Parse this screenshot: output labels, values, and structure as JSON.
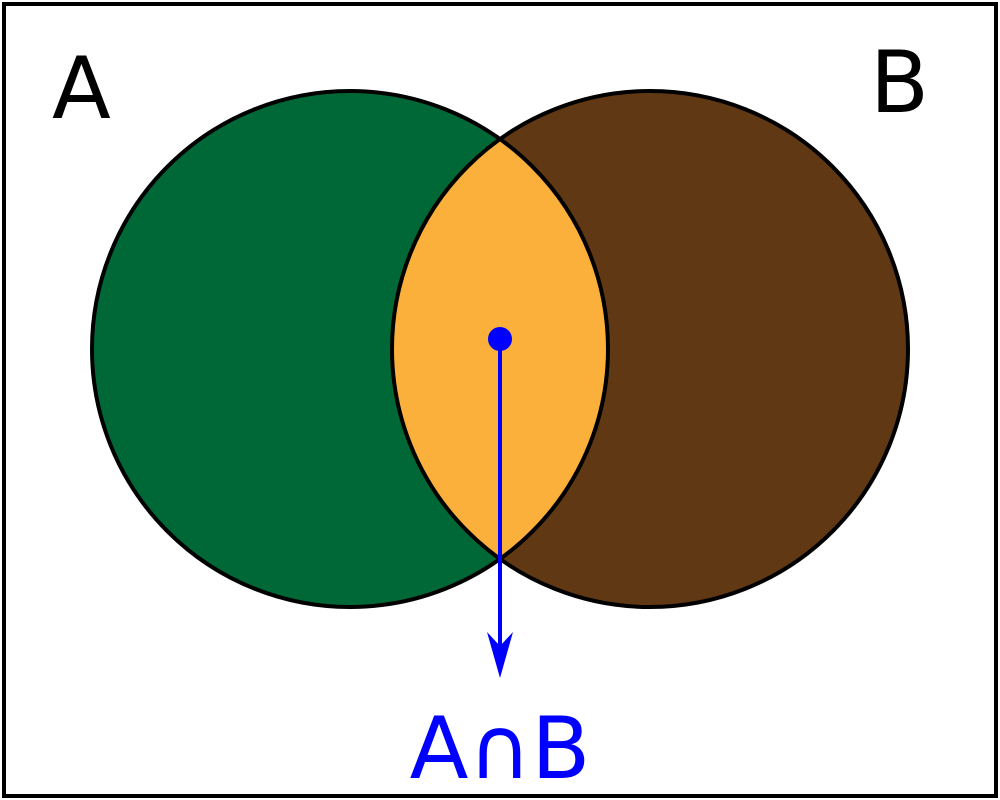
{
  "venn": {
    "set_a": {
      "label": "A",
      "color": "#006837"
    },
    "set_b": {
      "label": "B",
      "color": "#603813"
    },
    "intersection": {
      "label": "A∩B",
      "color": "#FBB03B",
      "pointer_color": "#0000FF"
    },
    "outline_color": "#000000"
  }
}
